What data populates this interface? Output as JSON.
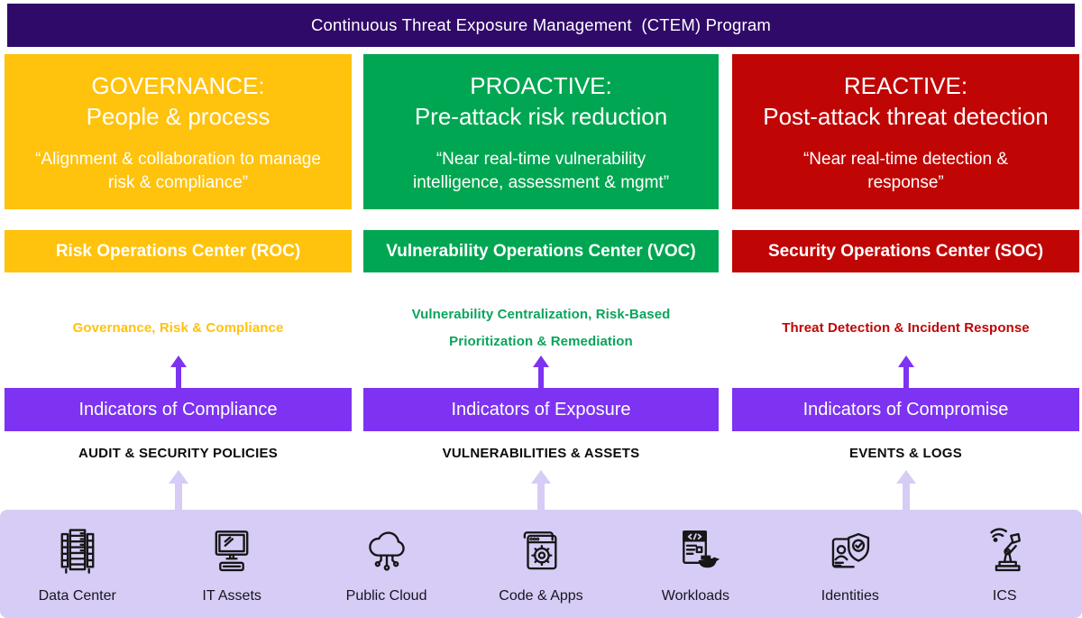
{
  "header": {
    "title": "Continuous Threat Exposure Management  (CTEM) Program"
  },
  "colors": {
    "banner_purple": "#300A69",
    "governance_yellow": "#FFC20D",
    "proactive_green": "#00A651",
    "reactive_red": "#C00505",
    "indicator_violet": "#7D33F1",
    "asset_bar_lavender": "#D7CCF5",
    "function_label_green": "#0AA45C"
  },
  "pillars": [
    {
      "title": "GOVERNANCE:",
      "subtitle": "People & process",
      "quote": "“Alignment & collaboration to manage\nrisk & compliance”",
      "center": "Risk Operations Center (ROC)",
      "function_label": "Governance, Risk & Compliance",
      "indicator": "Indicators of Compliance",
      "inputs": "AUDIT & SECURITY POLICIES"
    },
    {
      "title": "PROACTIVE:",
      "subtitle": "Pre-attack risk reduction",
      "quote": "“Near real-time vulnerability\nintelligence, assessment & mgmt”",
      "center": "Vulnerability Operations Center (VOC)",
      "function_label": "Vulnerability Centralization, Risk-Based\nPrioritization & Remediation",
      "indicator": "Indicators of Exposure",
      "inputs": "VULNERABILITIES & ASSETS"
    },
    {
      "title": "REACTIVE:",
      "subtitle": "Post-attack threat detection",
      "quote": "“Near real-time detection &\nresponse”",
      "center": "Security Operations Center (SOC)",
      "function_label": "Threat Detection & Incident Response",
      "indicator": "Indicators of Compromise",
      "inputs": "EVENTS & LOGS"
    }
  ],
  "assets": [
    {
      "label": "Data Center",
      "icon": "data-center-icon"
    },
    {
      "label": "IT Assets",
      "icon": "it-assets-icon"
    },
    {
      "label": "Public Cloud",
      "icon": "public-cloud-icon"
    },
    {
      "label": "Code & Apps",
      "icon": "code-apps-icon"
    },
    {
      "label": "Workloads",
      "icon": "workloads-icon"
    },
    {
      "label": "Identities",
      "icon": "identities-icon"
    },
    {
      "label": "ICS",
      "icon": "ics-icon"
    }
  ]
}
